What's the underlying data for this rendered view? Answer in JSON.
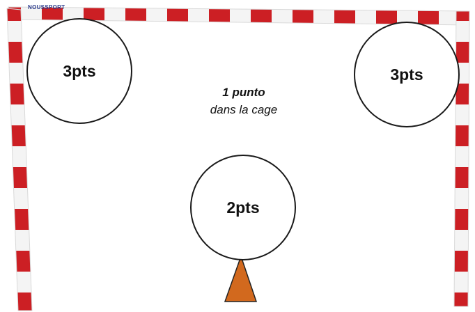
{
  "zones": {
    "top_left": "3pts",
    "top_right": "3pts",
    "bottom_center": "2pts"
  },
  "goal_caption": {
    "line1": "1 punto",
    "line2": "dans la cage"
  },
  "brand_label": "NOUSSPORT",
  "colors": {
    "post_red": "#cc1f24",
    "post_white": "#f4f4f4",
    "cone": "#d2691e",
    "circle_stroke": "#1a1a1a"
  }
}
